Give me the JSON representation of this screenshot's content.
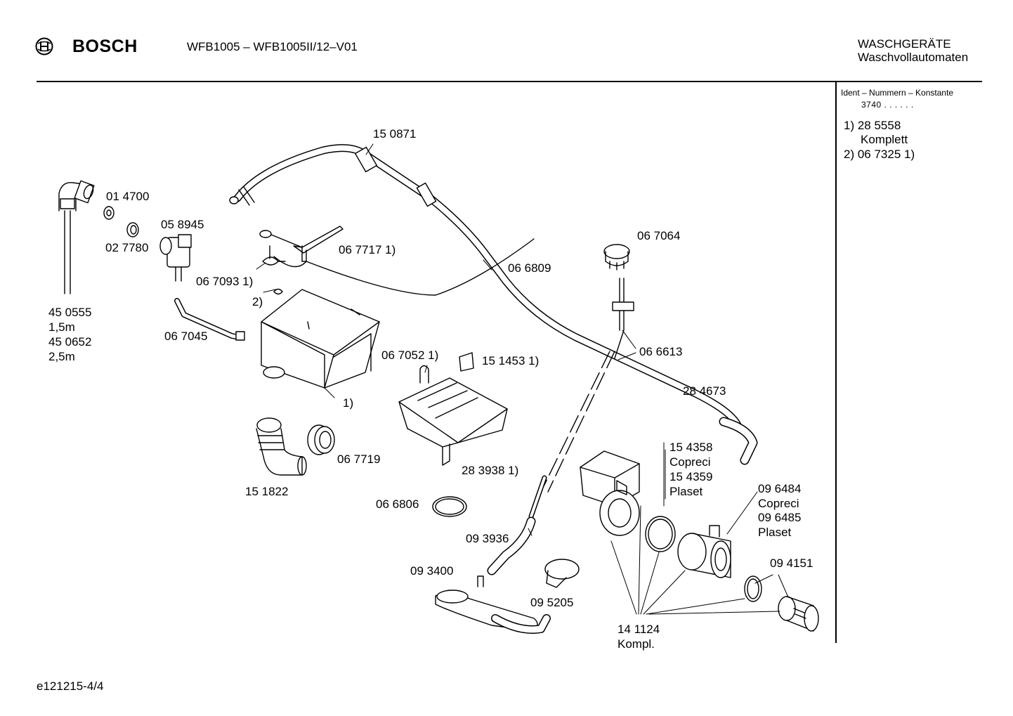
{
  "header": {
    "brand": "BOSCH",
    "model": "WFB1005 – WFB1005II/12–V01",
    "category_line1": "WASCHGERÄTE",
    "category_line2": "Waschvollautomaten"
  },
  "side_panel": {
    "ident_title": "Ident – Nummern – Konstante",
    "ident_value": "3740  .  .   .  .  .  .",
    "notes": [
      {
        "line1": "1)  28 5558",
        "line2": "Komplett"
      },
      {
        "line1": "2)  06 7325 1)"
      }
    ]
  },
  "parts": [
    {
      "id": "p150871",
      "text": "15 0871"
    },
    {
      "id": "p014700",
      "text": "01 4700"
    },
    {
      "id": "p058945",
      "text": "05 8945"
    },
    {
      "id": "p027780",
      "text": "02 7780"
    },
    {
      "id": "p067717",
      "text": "06 7717  1)"
    },
    {
      "id": "p067093",
      "text": "06 7093  1)"
    },
    {
      "id": "p2",
      "text": "2)"
    },
    {
      "id": "p066809",
      "text": "06 6809"
    },
    {
      "id": "p067064",
      "text": "06 7064"
    },
    {
      "id": "p450555",
      "text": "45 0555"
    },
    {
      "id": "p15m",
      "text": "1,5m"
    },
    {
      "id": "p450652",
      "text": "45 0652"
    },
    {
      "id": "p25m",
      "text": "2,5m"
    },
    {
      "id": "p067045",
      "text": "06 7045"
    },
    {
      "id": "p066613",
      "text": "06 6613"
    },
    {
      "id": "p067052",
      "text": "06 7052  1)"
    },
    {
      "id": "p151453",
      "text": "15 1453  1)"
    },
    {
      "id": "p1a",
      "text": "1)"
    },
    {
      "id": "p284673",
      "text": "28 4673"
    },
    {
      "id": "p067719",
      "text": "06 7719"
    },
    {
      "id": "p283938",
      "text": "28 3938  1)"
    },
    {
      "id": "p154358",
      "text": "15 4358"
    },
    {
      "id": "pcop1",
      "text": "Copreci"
    },
    {
      "id": "p154359",
      "text": "15 4359"
    },
    {
      "id": "ppla1",
      "text": "Plaset"
    },
    {
      "id": "p151822",
      "text": "15 1822"
    },
    {
      "id": "p096484",
      "text": "09 6484"
    },
    {
      "id": "pcop2",
      "text": "Copreci"
    },
    {
      "id": "p096485",
      "text": "09 6485"
    },
    {
      "id": "ppla2",
      "text": "Plaset"
    },
    {
      "id": "p066806",
      "text": "06 6806"
    },
    {
      "id": "p093936",
      "text": "09 3936"
    },
    {
      "id": "p094151",
      "text": "09 4151"
    },
    {
      "id": "p093400",
      "text": "09 3400"
    },
    {
      "id": "p095205",
      "text": "09 5205"
    },
    {
      "id": "p141124",
      "text": "14 1124"
    },
    {
      "id": "pkompl",
      "text": "Kompl."
    }
  ],
  "footer": {
    "code": "e121215-4/4"
  }
}
